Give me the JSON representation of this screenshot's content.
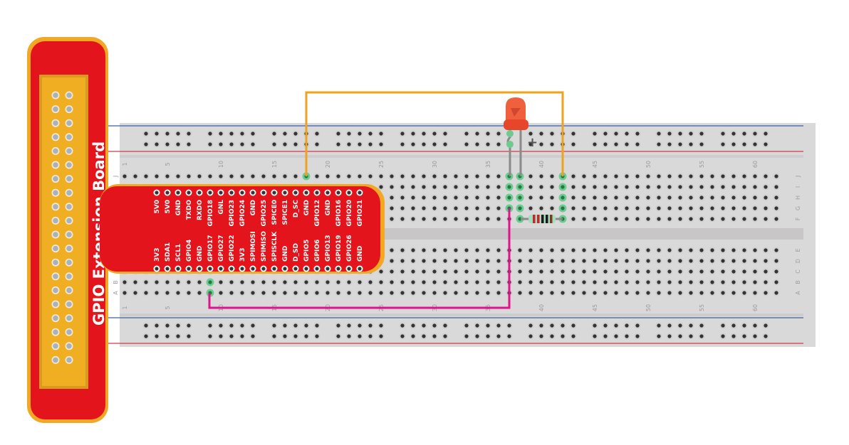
{
  "extension_board": {
    "title": "GPIO Extension Board",
    "header_pin_rows": 20,
    "colors": {
      "board": "#e4141c",
      "border": "#f2a823",
      "header": "#f0ae22",
      "header_pin": "#a9b2bc"
    }
  },
  "breadboard": {
    "columns": 62,
    "column_numbers": [
      "1",
      "5",
      "10",
      "15",
      "20",
      "25",
      "30",
      "35",
      "40",
      "45",
      "50",
      "55",
      "60"
    ],
    "upper_rows": [
      "J",
      "I",
      "H",
      "G",
      "F"
    ],
    "lower_rows": [
      "E",
      "D",
      "C",
      "B",
      "A"
    ],
    "colors": {
      "body": "#d9d9d9",
      "hole": "#333333",
      "rail_blue": "#3f5fa8",
      "rail_red": "#d23c4a",
      "highlight": "#6ecb8f"
    }
  },
  "t_cobbler": {
    "top_labels": [
      "5V0",
      "5V0",
      "GND",
      "TXDO",
      "RXDO",
      "GPIO18",
      "GNL",
      "GPIO23",
      "GPIO24",
      "GND",
      "GPIO25",
      "SPICE0",
      "SPICE1",
      "D_SC",
      "GND",
      "GPIO12",
      "GND",
      "GPIO16",
      "GPIO20",
      "GPIO21"
    ],
    "bottom_labels": [
      "3V3",
      "SDA1",
      "SCL1",
      "GPIO4",
      "GND",
      "GPIO17",
      "GPIO27",
      "GPIO22",
      "3V3",
      "SPIMOSI",
      "SPIMISO",
      "SPISCLK",
      "GND",
      "D_SD",
      "GPIO5",
      "GPIO6",
      "GPIO13",
      "GPIO19",
      "GPIO26",
      "GND"
    ]
  },
  "components": {
    "led": {
      "color": "red",
      "anode_column": 38,
      "cathode_column": 37,
      "polarity_mark": "+"
    },
    "resistor": {
      "from_column": 38,
      "to_column": 42,
      "row": "F",
      "bands": [
        "red",
        "red",
        "black",
        "black",
        "brown"
      ]
    },
    "wires": [
      {
        "name": "orange-wire",
        "color": "#f0a21e",
        "from": "J18",
        "to": "J42"
      },
      {
        "name": "magenta-wire",
        "color": "#e0138c",
        "from": "A9",
        "to": "G37"
      }
    ]
  }
}
